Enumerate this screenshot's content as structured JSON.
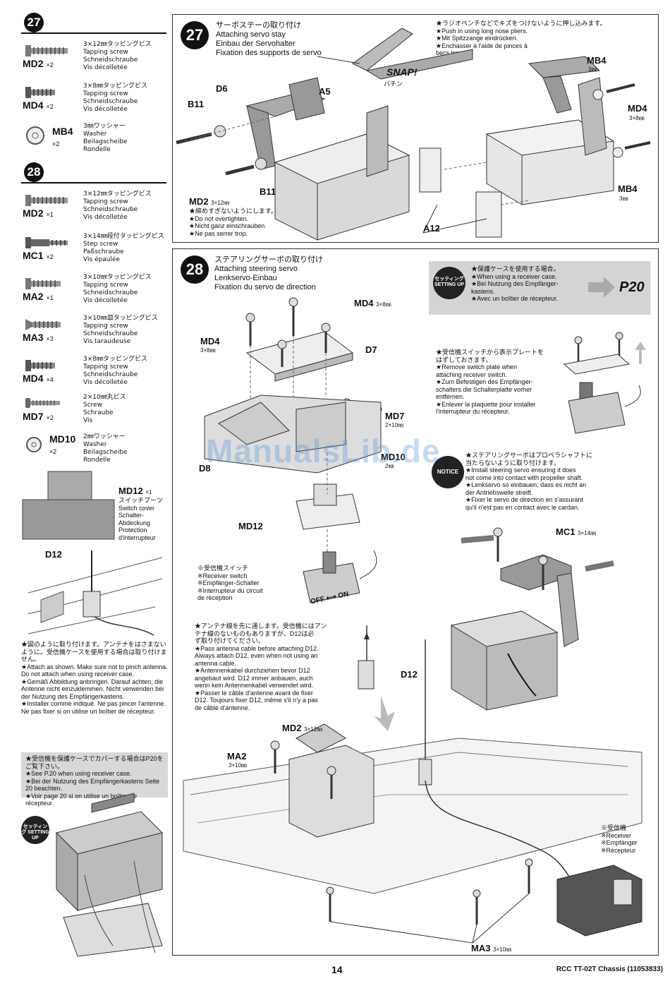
{
  "sidebar": {
    "step27": {
      "number": "27",
      "parts": [
        {
          "code": "MD2",
          "qty": "×2",
          "desc": "3×12㎜タッピングビス\nTapping screw\nSchneidschraube\nVis décolletée"
        },
        {
          "code": "MD4",
          "qty": "×2",
          "desc": "3×8㎜タッピングビス\nTapping screw\nSchneidschraube\nVis décolletée"
        },
        {
          "code": "MB4",
          "qty": "×2",
          "desc": "3㎜ワッシャー\nWasher\nBeilagscheibe\nRondelle"
        }
      ]
    },
    "step28": {
      "number": "28",
      "parts": [
        {
          "code": "MD2",
          "qty": "×1",
          "desc": "3×12㎜タッピングビス\nTapping screw\nSchneidschraube\nVis décolletée"
        },
        {
          "code": "MC1",
          "qty": "×2",
          "desc": "3×14㎜段付タッピングビス\nStep screw\nPaßschraube\nVis épaulée"
        },
        {
          "code": "MA2",
          "qty": "×1",
          "desc": "3×10㎜タッピングビス\nTapping screw\nSchneidschraube\nVis décolletée"
        },
        {
          "code": "MA3",
          "qty": "×3",
          "desc": "3×10㎜皿タッピングビス\nTapping screw\nSchneidschraube\nVis taraudeuse"
        },
        {
          "code": "MD4",
          "qty": "×4",
          "desc": "3×8㎜タッピングビス\nTapping screw\nSchneidschraube\nVis décolletée"
        },
        {
          "code": "MD7",
          "qty": "×2",
          "desc": "2×10㎜丸ビス\nScrew\nSchraube\nVis"
        },
        {
          "code": "MD10",
          "qty": "×2",
          "desc": "2㎜ワッシャー\nWasher\nBeilagscheibe\nRondelle"
        }
      ],
      "md12": {
        "code": "MD12",
        "qty": "×1",
        "desc": "スイッチブーツ\nSwitch cover\nSchalter-\nAbdeckung\nProtection\nd'interrupteur"
      },
      "d12_label": "D12",
      "antenna_note": "★図のように取り付けます。アンテナをはさまないように。受信機ケースを使用する場合は取り付けません。\n★Attach as shown. Make sure not to pinch antenna. Do not attach when using receiver case.\n★Gemäß Abbildung anbringen. Darauf achten, die Antenne nicht einzuklemmen. Nicht verwenden bei der Nutzung des Empfängerkastens.\n★Installer comme indiqué. Ne pas pincer l'antenne. Ne pas fixer si on utilise un boîtier de récepteur.",
      "receiver_case_note": "★受信機を保護ケースでカバーする場合はP20をご覧下さい。\n★See P.20 when using receiver case.\n★Bei der Nutzung des Empfängerkastens Seite 20 beachten.\n★Voir page 20 si on utilise un boîtier de récepteur.",
      "setting_badge": "セッティング\nSETTING UP"
    }
  },
  "step27_panel": {
    "number": "27",
    "title": "サーボステーの取り付け\nAttaching servo stay\nEinbau der Servohalter\nFixation des supports de servo",
    "pliers_note": "★ラジオペンチなどでキズをつけないように押し込みます。\n★Push in using long nose pliers.\n★Mit Spitzzange eindrücken.\n★Enchasser à l'aide de pinces à\nbecs longs.",
    "snap_label": "SNAP!",
    "snap_jp": "パチン",
    "labels": {
      "d6": "D6",
      "a5": "A5",
      "b11a": "B11",
      "b11b": "B11",
      "md2": "MD2",
      "md2_size": "3×12㎜",
      "mb4a": "MB4",
      "mb4a_size": "3㎜",
      "md4": "MD4",
      "md4_size": "3×8㎜",
      "mb4b": "MB4",
      "mb4b_size": "3㎜",
      "a12": "A12"
    },
    "tighten_note": "★締めすぎないようにします。\n★Do not overtighten.\n★Nicht ganz einschrauben.\n★Ne pas serrer trop."
  },
  "step28_panel": {
    "number": "28",
    "title": "ステアリングサーボの取り付け\nAttaching steering servo\nLenkservo-Einbau\nFixation du servo de direction",
    "setting_badge": "セッティング\nSETTING UP",
    "receiver_case_note": "★保護ケースを使用する場合。\n★When using a receiver case.\n★Bei Nutzung des Empfänger-\nkastens.\n★Avec un boîtier de récepteur.",
    "p20": "P20",
    "switch_plate_note": "★受信機スイッチから表示プレートを\nはずしておきます。\n★Remove switch plate when\nattaching receiver switch.\n★Zum Befestigen des Empfänger-\nschalters die Schalterplatte vorher\nentfernen.\n★Enlever la plaquette pour installer\nl'interrupteur du récepteur.",
    "notice_badge": "NOTICE",
    "servo_notice": "★ステアリングサーボはプロペラシャフトに\n当たらないように取り付けます。\n★Install steering servo ensuring it does\nnot come into contact with propeller shaft.\n★Lenkservo so einbauen, dass es nicht an\nder Antriebswelle streift.\n★Fixer le servo de direction en s'assurant\nqu'il n'est pas en contact avec le cardan.",
    "receiver_switch_note": "※受信機スイッチ\n※Receiver switch\n※Empfänger-Schalter\n※Interrupteur du circuit\nde réception",
    "off_on": "OFF ⟷ ON",
    "antenna_note": "★アンテナ線を先に通します。受信機にはアン\nテナ線のないものもありますが、D12は必\nず取り付けてください。\n★Pass antenna cable before attaching D12.\nAlways attach D12, even when not using an\nantenna cable.\n★Antennenkabel durchziehen bevor D12\nangebaut wird. D12 immer anbauen, auch\nwenn kein Antennenkabel verwendet wird.\n★Passer le câble d'antenne avant de fixer\nD12. Toujours fixer D12, même s'il n'y a pas\nde câble d'antenne.",
    "receiver_label": "※受信機\n※Receiver\n※Empfänger\n※Récepteur",
    "labels": {
      "md4a": "MD4",
      "md4a_size": "3×8㎜",
      "md4b": "MD4",
      "md4b_size": "3×8㎜",
      "d7": "D7",
      "md7": "MD7",
      "md7_size": "2×10㎜",
      "md10": "MD10",
      "md10_size": "2㎜",
      "d8": "D8",
      "md12": "MD12",
      "mc1": "MC1",
      "mc1_size": "3×14㎜",
      "d12": "D12",
      "md2": "MD2",
      "md2_size": "3×12㎜",
      "ma2": "MA2",
      "ma2_size": "3×10㎜",
      "ma3": "MA3",
      "ma3_size": "3×10㎜"
    }
  },
  "watermark": "ManualsLib.de",
  "footer": {
    "page": "14",
    "model": "RCC TT-02T Chassis (11053833)"
  }
}
